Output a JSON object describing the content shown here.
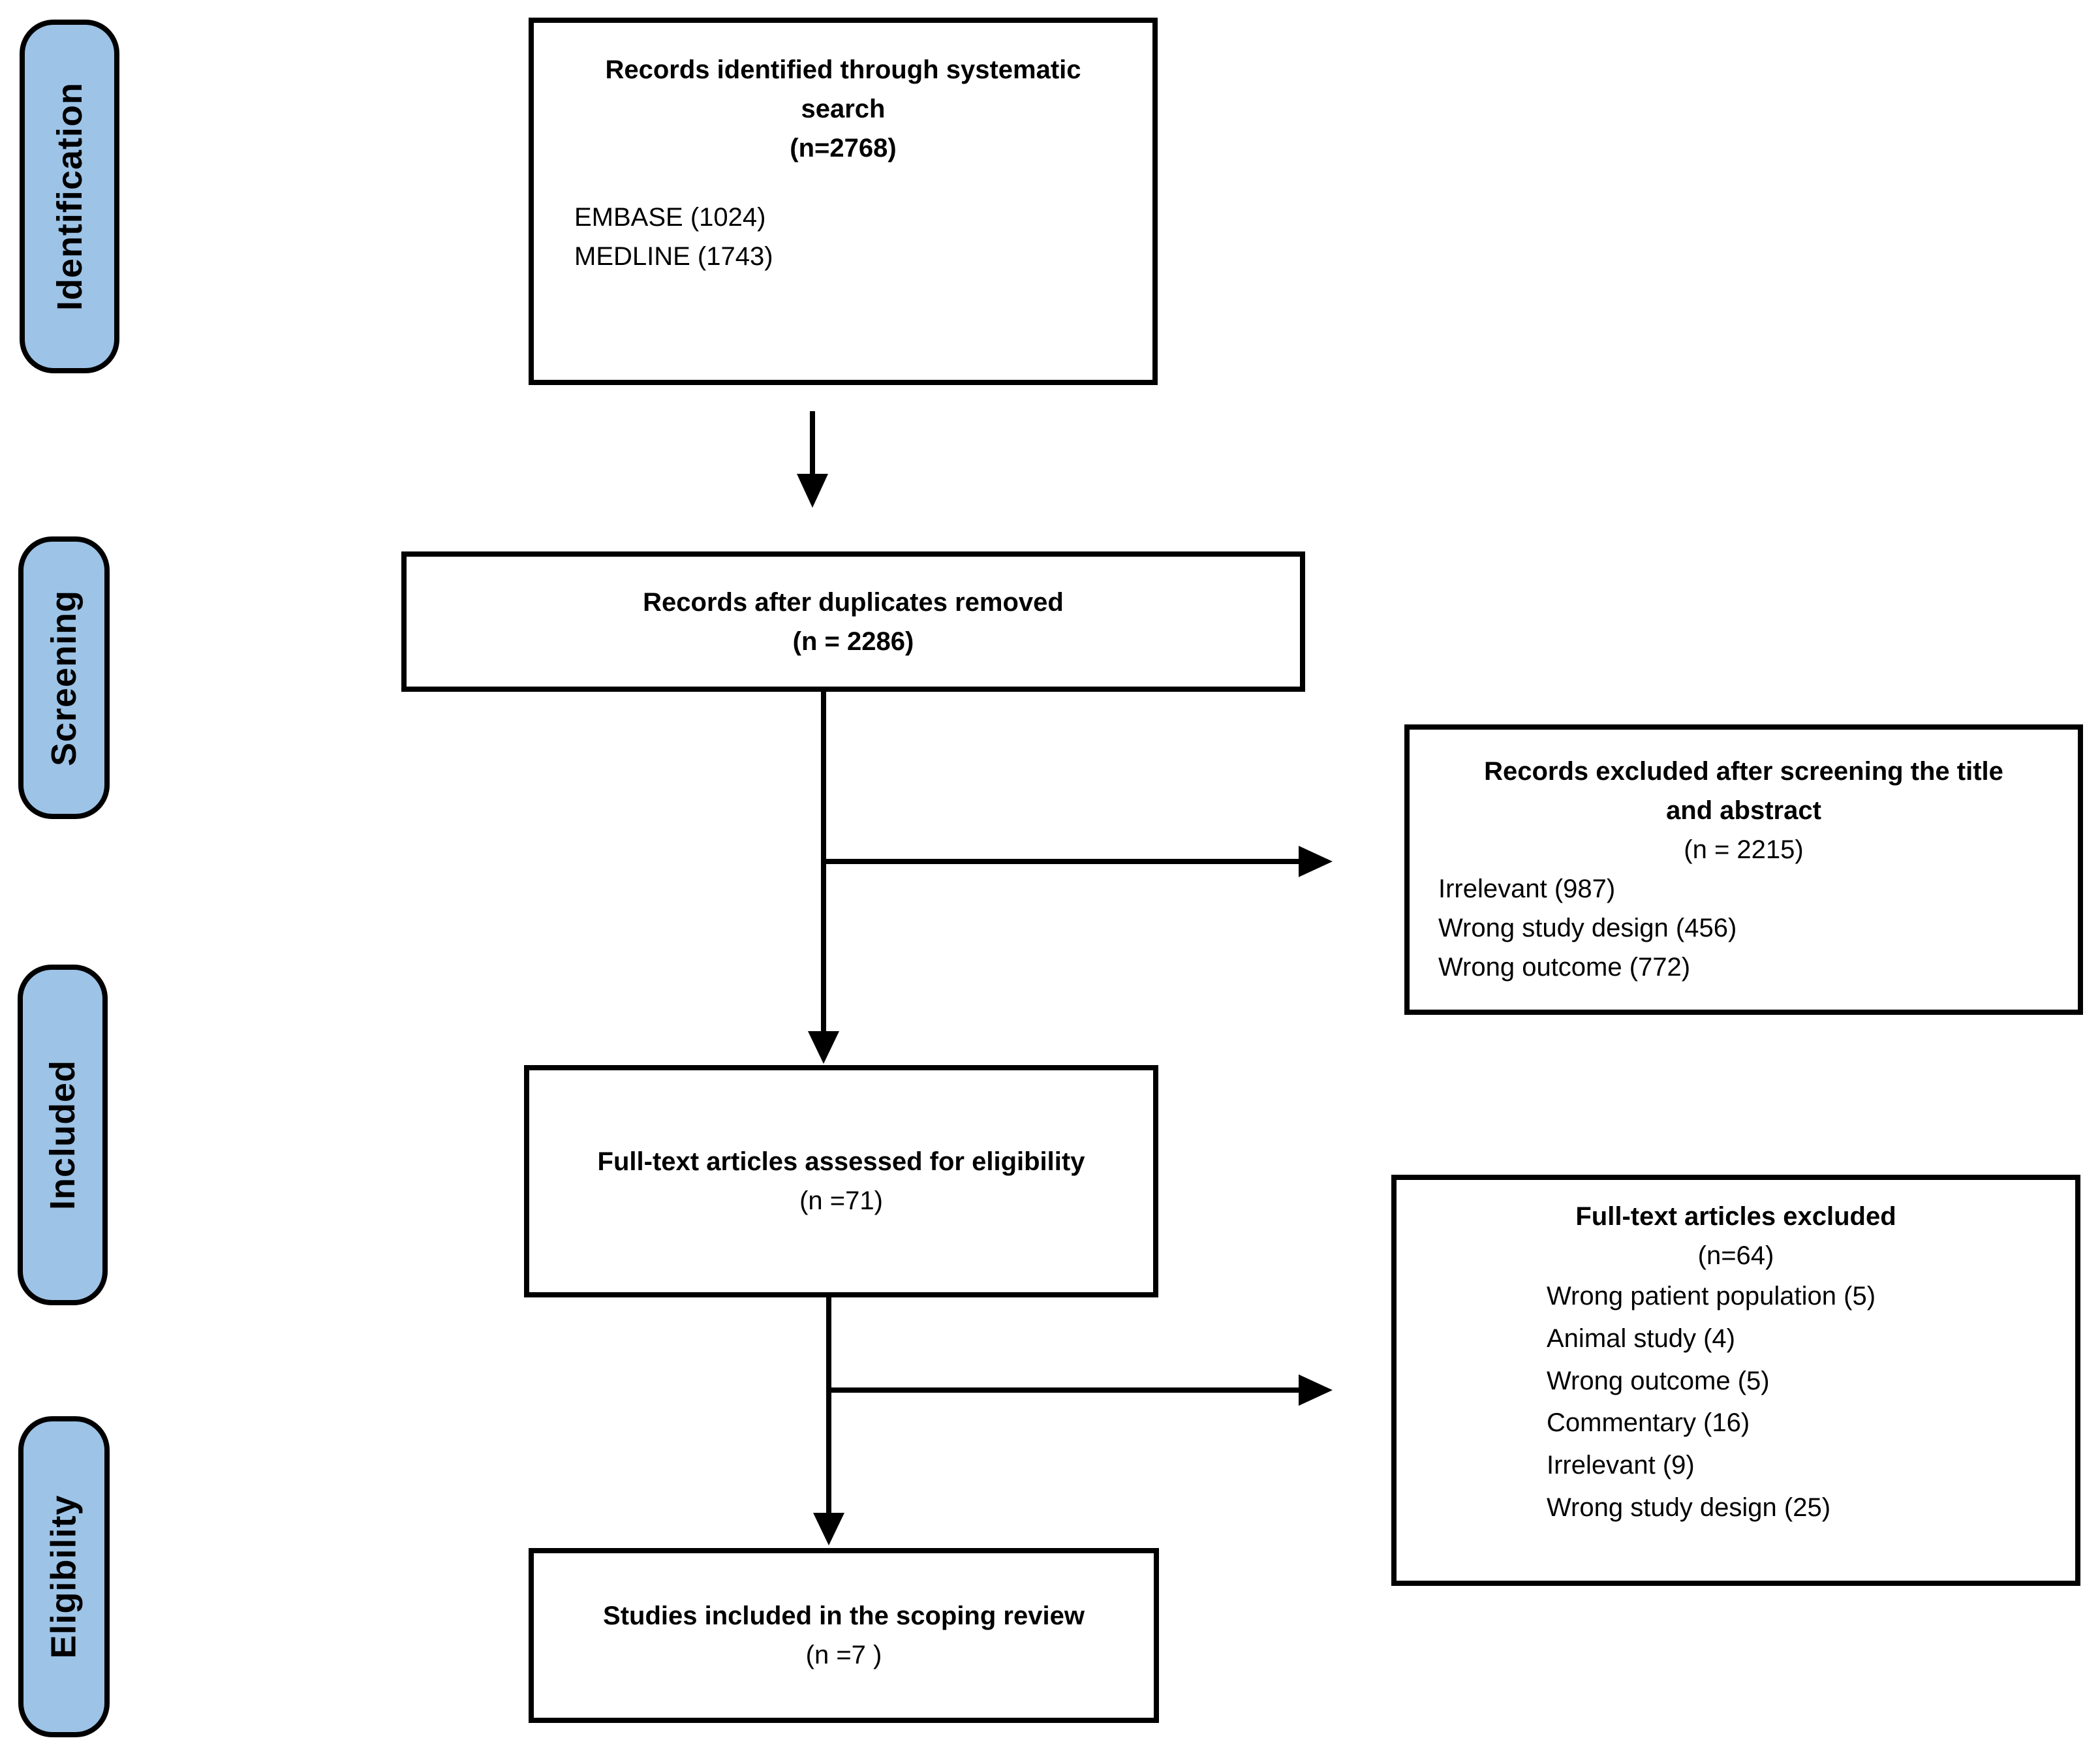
{
  "diagram": {
    "type": "PRISMA flow diagram",
    "background_color": "#ffffff",
    "line_color": "#000000",
    "stage_fill_color": "#9DC3E6"
  },
  "stages": [
    {
      "label": "Identification"
    },
    {
      "label": "Screening"
    },
    {
      "label": "Included"
    },
    {
      "label": "Eligibility"
    }
  ],
  "boxes": {
    "identified": {
      "title_line1": "Records identified through systematic",
      "title_line2": "search",
      "count": "(n=2768)",
      "sources": [
        "EMBASE (1024)",
        "MEDLINE (1743)"
      ]
    },
    "duplicates_removed": {
      "title": "Records after duplicates removed",
      "count": "(n = 2286)"
    },
    "title_abstract_excluded": {
      "title_line1": "Records excluded after screening the title",
      "title_line2": "and abstract",
      "count": "(n = 2215)",
      "reasons": [
        "Irrelevant (987)",
        "Wrong study design (456)",
        "Wrong outcome (772)"
      ]
    },
    "fulltext_assessed": {
      "title": "Full-text articles assessed for eligibility",
      "count": "(n =71)"
    },
    "fulltext_excluded": {
      "title": "Full-text articles excluded",
      "count": "(n=64)",
      "reasons": [
        "Wrong patient population (5)",
        "Animal study (4)",
        "Wrong outcome (5)",
        "Commentary (16)",
        "Irrelevant (9)",
        "Wrong study design (25)"
      ]
    },
    "included_studies": {
      "title": "Studies included in the scoping review",
      "count": "(n =7 )"
    }
  }
}
